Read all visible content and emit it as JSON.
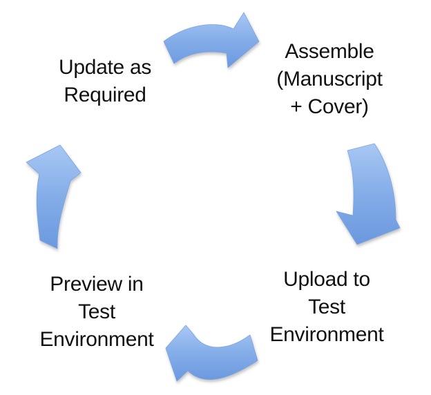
{
  "colors": {
    "arrow_gradient_top": "#a8c7f4",
    "arrow_gradient_mid": "#84ade8",
    "arrow_gradient_bottom": "#6b98df",
    "arrow_outline": "#7aa3e2",
    "text_color": "#111111",
    "background": "#ffffff"
  },
  "diagram": {
    "type": "cycle",
    "nodes": [
      {
        "id": "update",
        "label": "Update as\nRequired"
      },
      {
        "id": "assemble",
        "label": "Assemble\n(Manuscript\n+ Cover)"
      },
      {
        "id": "upload",
        "label": "Upload to\nTest\nEnvironment"
      },
      {
        "id": "preview",
        "label": "Preview in\nTest\nEnvironment"
      }
    ],
    "arrows": [
      {
        "id": "arrow-top",
        "from": "Update as Required",
        "to": "Assemble (Manuscript + Cover)",
        "direction": "right"
      },
      {
        "id": "arrow-right",
        "from": "Assemble (Manuscript + Cover)",
        "to": "Upload to Test Environment",
        "direction": "down"
      },
      {
        "id": "arrow-bottom",
        "from": "Upload to Test Environment",
        "to": "Preview in Test Environment",
        "direction": "left"
      },
      {
        "id": "arrow-left",
        "from": "Preview in Test Environment",
        "to": "Update as Required",
        "direction": "up"
      }
    ]
  }
}
